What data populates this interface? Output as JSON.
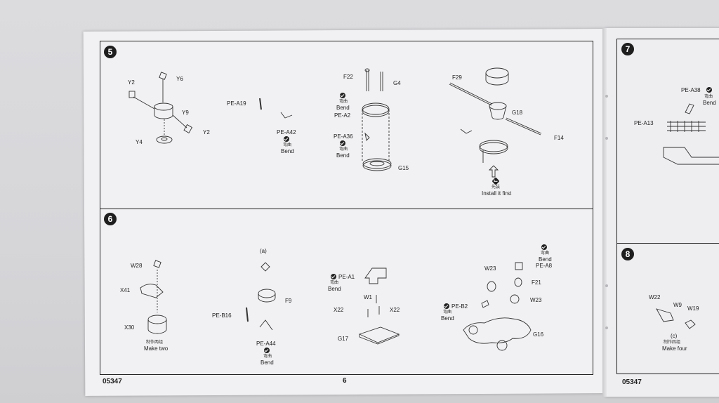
{
  "steps": {
    "s5": {
      "number": "5",
      "labels": {
        "y2a": "Y2",
        "y6": "Y6",
        "y9": "Y9",
        "y2b": "Y2",
        "y4": "Y4",
        "pea19": "PE-A19",
        "pea42": "PE-A42",
        "f22": "F22",
        "g4": "G4",
        "pea2": "PE-A2",
        "pea36": "PE-A36",
        "g15": "G15",
        "f29": "F29",
        "g18": "G18",
        "f14": "F14"
      },
      "bend_cn": "弯曲",
      "bend_en": "Bend",
      "install_cn": "先装",
      "install_en": "Install it first"
    },
    "s6": {
      "number": "6",
      "labels": {
        "w28": "W28",
        "x41": "X41",
        "x30": "X30",
        "a": "(a)",
        "f9": "F9",
        "peb16": "PE-B16",
        "pea44": "PE-A44",
        "pea1": "PE-A1",
        "w1": "W1",
        "x22a": "X22",
        "x22b": "X22",
        "g17": "G17",
        "w23a": "W23",
        "pea8": "PE-A8",
        "f21": "F21",
        "w23b": "W23",
        "peb2": "PE-B2",
        "g16": "G16"
      },
      "bend_cn": "弯曲",
      "bend_en": "Bend",
      "make_cn": "制作两组",
      "make_en": "Make two"
    },
    "s7": {
      "number": "7",
      "labels": {
        "pea38": "PE-A38",
        "pea13": "PE-A13"
      },
      "bend_cn": "弯曲",
      "bend_en": "Bend"
    },
    "s8": {
      "number": "8",
      "labels": {
        "w22": "W22",
        "w9": "W9",
        "w19": "W19",
        "c": "(c)"
      },
      "make_cn": "制作四组",
      "make_en": "Make four"
    }
  },
  "footer": {
    "code_left": "05347",
    "page": "6",
    "code_right": "05347"
  },
  "icons": [
    "check-circle-icon",
    "arrow-circle-icon"
  ]
}
